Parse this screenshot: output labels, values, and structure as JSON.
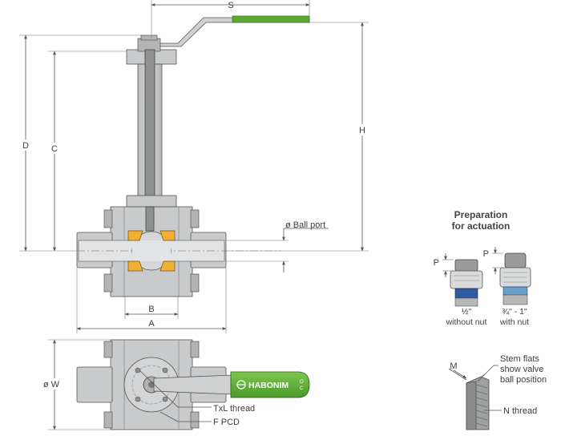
{
  "dimensions": {
    "s": "S",
    "h": "H",
    "d": "D",
    "c": "C",
    "b": "B",
    "a": "A",
    "w": "ø W",
    "ball_port": "ø Ball port",
    "m": "M",
    "p1": "P",
    "p2": "P"
  },
  "actuation": {
    "title_line1": "Preparation",
    "title_line2": "for actuation",
    "stem1_size": "½\"",
    "stem1_desc": "without nut",
    "stem2_size": "¾\" - 1\"",
    "stem2_desc": "with nut"
  },
  "stem_detail": {
    "flats_line1": "Stem flats",
    "flats_line2": "show valve",
    "flats_line3": "ball position",
    "n_thread": "N thread"
  },
  "bottom_view": {
    "txl_thread": "TxL thread",
    "f_pcd": "F PCD",
    "brand": "HABONIM"
  },
  "colors": {
    "handle_green": "#5aa832",
    "seat_orange": "#f1b034",
    "body_grey": "#c9cacb"
  }
}
